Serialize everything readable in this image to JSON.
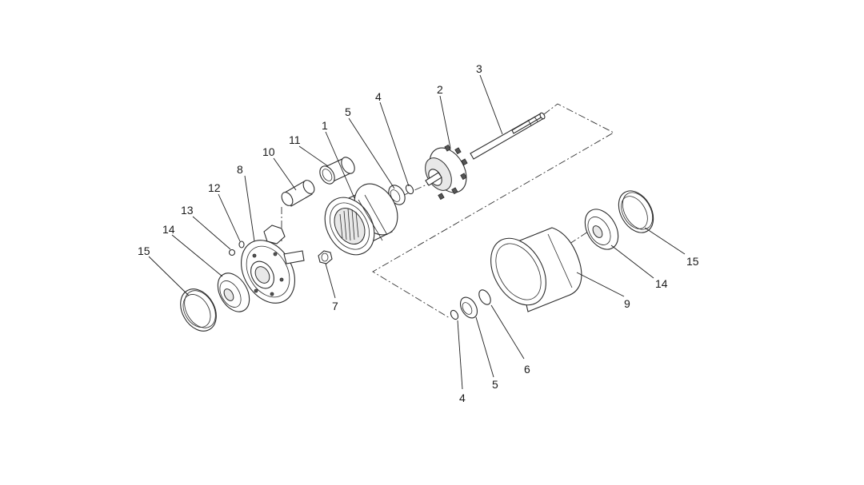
{
  "callouts": {
    "c1": "1",
    "c2": "2",
    "c3": "3",
    "c4_top": "4",
    "c5_top": "5",
    "c7": "7",
    "c8": "8",
    "c10": "10",
    "c11": "11",
    "c12": "12",
    "c13": "13",
    "c14_left": "14",
    "c15_left": "15",
    "c14_right": "14",
    "c15_right": "15",
    "c9": "9",
    "c6": "6",
    "c5_bottom": "5",
    "c4_bottom": "4"
  }
}
